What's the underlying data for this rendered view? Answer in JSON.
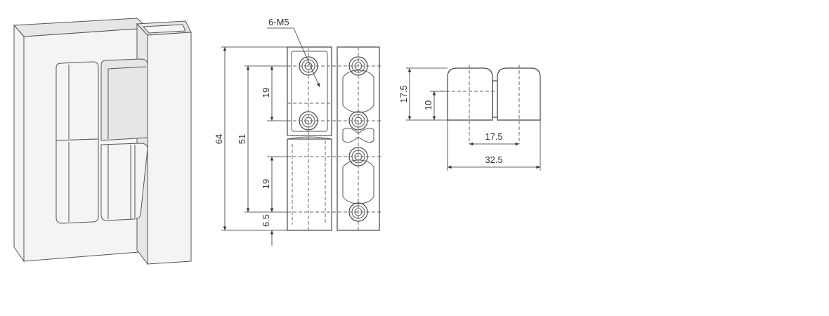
{
  "labels": {
    "thread": "6-M5",
    "height_total": "64",
    "hole_span": "51",
    "pitch_upper": "19",
    "pitch_lower": "19",
    "bottom_offset": "6.5",
    "knuckle_height": "17.5",
    "knuckle_inner": "10",
    "knuckle_pitch": "17.5",
    "overall_width": "32.5"
  },
  "colors": {
    "line": "#555555",
    "face": "#f4f4f4",
    "shade": "#e6e6e6",
    "text": "#333333"
  }
}
